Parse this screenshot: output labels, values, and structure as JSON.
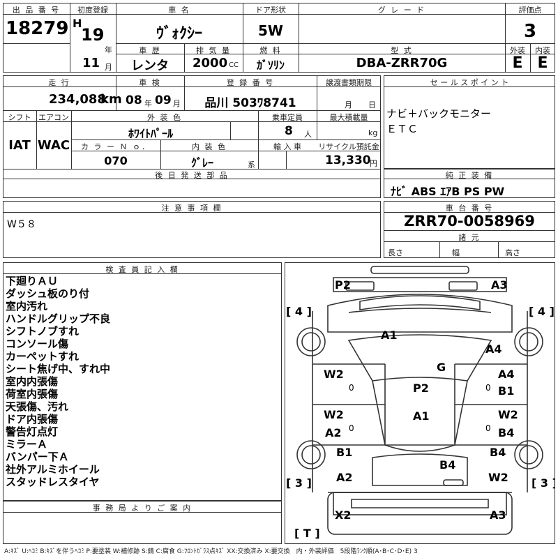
{
  "headers": {
    "listing_no": "出 品 番 号",
    "first_reg": "初度登録",
    "car_name": "車 名",
    "door": "ドア形状",
    "grade": "グ レ ー ド",
    "eval_score": "評価点",
    "history": "車 歴",
    "displacement": "排 気 量",
    "fuel": "燃 料",
    "model_code": "型 式",
    "exterior": "外装",
    "interior": "内装",
    "mileage": "走 行",
    "inspection": "車 検",
    "reg_no": "登 録 番 号",
    "transfer_doc": "譲渡書類期限",
    "sales_points": "セ ー ル ス ポ イ ン ト",
    "shift": "シフト",
    "aircon": "エアコン",
    "ext_color": "外 装 色",
    "capacity": "乗車定員",
    "max_load": "最大積載量",
    "color_no": "カ ラ ー Ｎ ｏ．",
    "int_color": "内 装 色",
    "import": "輸 入 車",
    "recycle": "リサイクル預託金",
    "later_parts": "後 日 発 送 部 品",
    "genuine_equip": "純 正 装 備",
    "notes": "注 意 事 項 欄",
    "chassis_no": "車 台 番 号",
    "specs": "諸 元",
    "inspector": "検 査 員 記 入 欄",
    "office_notice": "事 務 局 よ り ご 案 内"
  },
  "listing_no": "18279",
  "first_reg": {
    "era": "H",
    "year": "19",
    "year_unit": "年",
    "month": "11",
    "month_unit": "月"
  },
  "car_name": "ｳﾞｫｸｼｰ",
  "door": "5W",
  "grade": "",
  "eval_score": "3",
  "history": "レンタ",
  "displacement": "2000",
  "displacement_unit": "CC",
  "fuel": "ｶﾞｿﾘﾝ",
  "model_code": "DBA-ZRR70G",
  "exterior_grade": "E",
  "interior_grade": "E",
  "mileage": "234,088",
  "mileage_unit": "km",
  "inspection": {
    "year": "08",
    "year_unit": "年",
    "month": "09",
    "month_unit": "月"
  },
  "reg_no": "品川 503ﾜ8741",
  "transfer_doc": {
    "month_unit": "月",
    "day_unit": "日"
  },
  "sales_points": [
    "ナビ＋バックモニター",
    "ＥＴＣ"
  ],
  "shift": "IAT",
  "aircon": "WAC",
  "ext_color": "ﾎﾜｲﾄﾊﾟｰﾙ",
  "capacity": "8",
  "capacity_unit": "人",
  "max_load_unit": "kg",
  "color_no": "070",
  "int_color": "ｸﾞﾚｰ",
  "int_color_suffix": "系",
  "recycle": "13,330",
  "recycle_unit": "円",
  "genuine_equip": "ﾅﾋﾞ ABS ｴｱB PS PW",
  "notes": "W５８",
  "chassis_no": "ZRR70-0058969",
  "spec_labels": {
    "length": "長さ",
    "width": "幅",
    "height": "高さ"
  },
  "inspector_notes": [
    "下廻りＡＵ",
    "ダッシュ板のり付",
    "室内汚れ",
    "ハンドルグリップ不良",
    "シフトノブすれ",
    "コンソール傷",
    "カーペットすれ",
    "シート焦げ中、すれ中",
    "室内内張傷",
    "荷室内張傷",
    "天張傷、汚れ",
    "ドア内張傷",
    "警告灯点灯",
    "ミラーＡ",
    "バンパー下Ａ",
    "社外アルミホイール",
    "スタッドレスタイヤ"
  ],
  "diagram": {
    "labels": {
      "top_left": "P2",
      "top_right": "A3",
      "front_left_bracket": "[ 4 ]",
      "front_right_bracket": "[ 4 ]",
      "hood": "A1",
      "front_fender_right": "A4",
      "roof_g": "G",
      "front_door_left": "W2",
      "front_door_right_a": "A4",
      "front_door_right_b": "B1",
      "roof_p": "P2",
      "roof_a": "A1",
      "rear_door_left_w": "W2",
      "rear_door_left_a": "A2",
      "rear_door_right_w": "W2",
      "rear_door_right_b": "B4",
      "rear_left": "B1",
      "rear_right": "B4",
      "trunk": "B4",
      "quarter_left": "A2",
      "quarter_right": "W2",
      "rear_left_bracket": "[ 3 ]",
      "rear_right_bracket": "[ 3 ]",
      "bottom_left": "X2",
      "bottom_right": "A3",
      "bottom_t": "[ T ]",
      "door_mark": "0"
    }
  },
  "legend": "A:ｷｽﾞ U:ﾍｺﾐ B:ｷｽﾞを伴うﾍｺﾐ P:要塗装 W:補修跡 S:錆 C:腐食 G:ﾌﾛﾝﾄｶﾞﾗｽ点ｷｽﾞ XX:交換済み X:要交換　内・外装評価　5段階ﾗﾝｸ順(A･B･C･D･E) 3"
}
